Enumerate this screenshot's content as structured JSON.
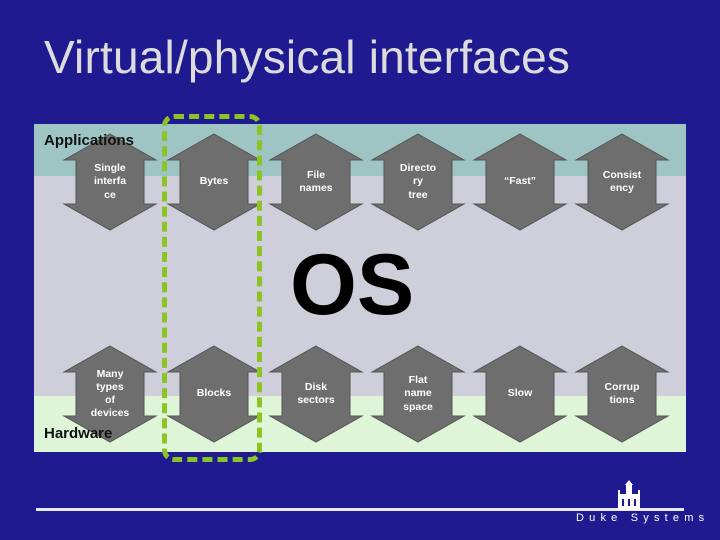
{
  "title": "Virtual/physical interfaces",
  "diagram": {
    "applications_label": "Applications",
    "hardware_label": "Hardware",
    "os_label": "OS",
    "top_arrows": [
      {
        "label": "Single\ninterfa\nce"
      },
      {
        "label": "Bytes"
      },
      {
        "label": "File\nnames"
      },
      {
        "label": "Directo\nry\ntree"
      },
      {
        "label": "“Fast”"
      },
      {
        "label": "Consist\nency"
      }
    ],
    "bottom_arrows": [
      {
        "label": "Many\ntypes\nof\ndevices"
      },
      {
        "label": "Blocks"
      },
      {
        "label": "Disk\nsectors"
      },
      {
        "label": "Flat\nname\nspace"
      },
      {
        "label": "Slow"
      },
      {
        "label": "Corrup\ntions"
      }
    ],
    "colors": {
      "background": "#1f1a8f",
      "applications_band": "#9ec4c4",
      "os_band": "#cfcfdc",
      "hardware_band": "#dff5d8",
      "arrow": "#6e6e6e",
      "highlight": "#8bc424"
    }
  },
  "footer": {
    "logo_text": "Duke Systems"
  }
}
